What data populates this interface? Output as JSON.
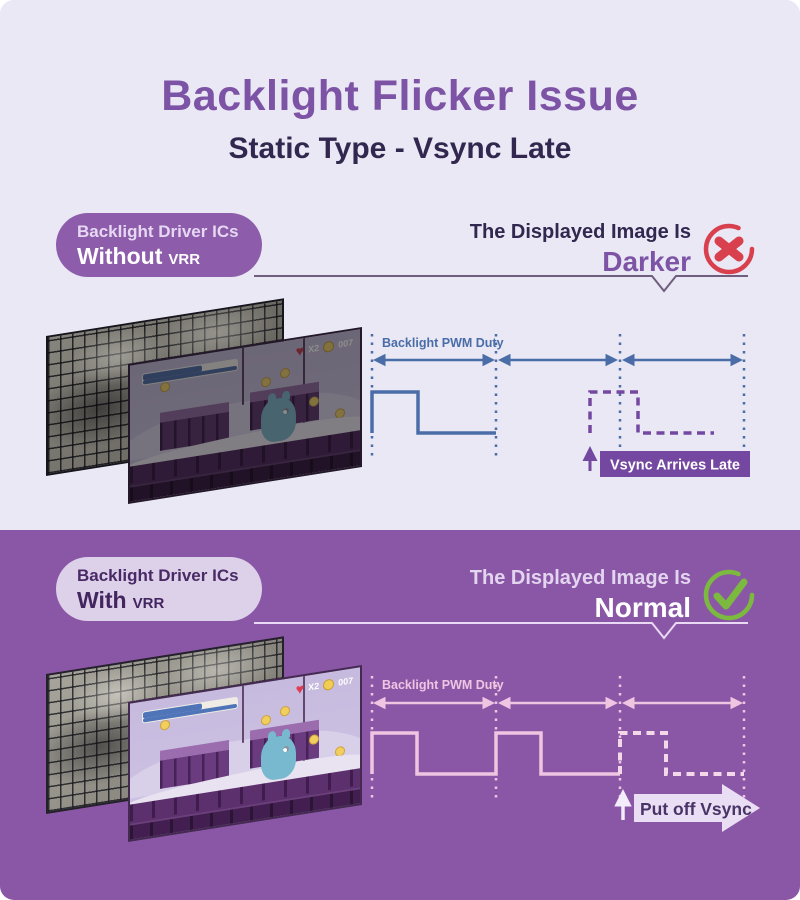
{
  "page": {
    "title": "Backlight Flicker Issue",
    "subtitle": "Static Type - Vsync Late"
  },
  "colors": {
    "title_purple": "#7d53a6",
    "subtitle_navy": "#32284f",
    "top_background": "#e9e8f4",
    "bottom_background": "#8a57a6",
    "badge_purple": "#8d5cab",
    "badge_lavender": "#ddd0e9",
    "waveform_blue": "#4a6da8",
    "waveform_pink": "#eec6e2",
    "vsync_accent_purple": "#7448a0",
    "fail_red": "#d9404e",
    "pass_green": "#7cb93f"
  },
  "sections": [
    {
      "badge": {
        "line1": "Backlight Driver ICs",
        "mode": "Without",
        "tech": "VRR"
      },
      "result": {
        "lead": "The Displayed Image Is",
        "value": "Darker"
      },
      "status": "fail",
      "diagram": {
        "duty_label": "Backlight PWM Duty",
        "event_label": "Vsync Arrives Late",
        "periods": 3,
        "solid_pulses": 1,
        "dashed_pulses": 1
      }
    },
    {
      "badge": {
        "line1": "Backlight Driver ICs",
        "mode": "With",
        "tech": "VRR"
      },
      "result": {
        "lead": "The Displayed Image Is",
        "value": "Normal"
      },
      "status": "pass",
      "diagram": {
        "duty_label": "Backlight PWM Duty",
        "event_label": "Put off Vsync",
        "periods": 3,
        "solid_pulses": 2,
        "dashed_pulses": 1
      }
    }
  ],
  "game_screen": {
    "hud": {
      "lives_multiplier": "X2",
      "coin_count": "007"
    }
  }
}
